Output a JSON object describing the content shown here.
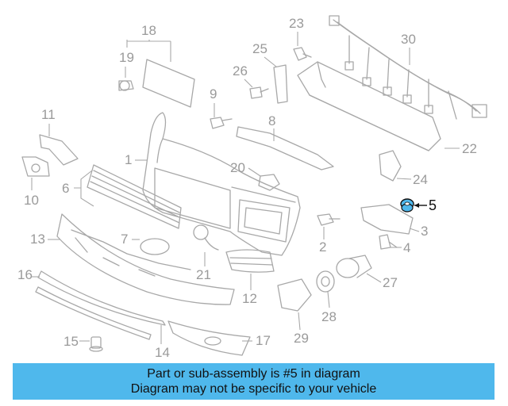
{
  "diagram": {
    "highlighted_part": "5",
    "labels": {
      "p1": "1",
      "p2": "2",
      "p3": "3",
      "p4": "4",
      "p5": "5",
      "p6": "6",
      "p7": "7",
      "p8": "8",
      "p9": "9",
      "p10": "10",
      "p11": "11",
      "p12": "12",
      "p13": "13",
      "p14": "14",
      "p15": "15",
      "p16": "16",
      "p17": "17",
      "p18": "18",
      "p19": "19",
      "p20": "20",
      "p21": "21",
      "p22": "22",
      "p23": "23",
      "p24": "24",
      "p25": "25",
      "p26": "26",
      "p27": "27",
      "p28": "28",
      "p29": "29",
      "p30": "30"
    },
    "colors": {
      "line": "#a8a8a8",
      "highlight": "#4fb8ec",
      "text_highlight": "#111111"
    }
  },
  "banner": {
    "line1": "Part or sub-assembly is #5 in diagram",
    "line2": "Diagram may not be specific to your vehicle",
    "color": "#4fb8ec"
  }
}
